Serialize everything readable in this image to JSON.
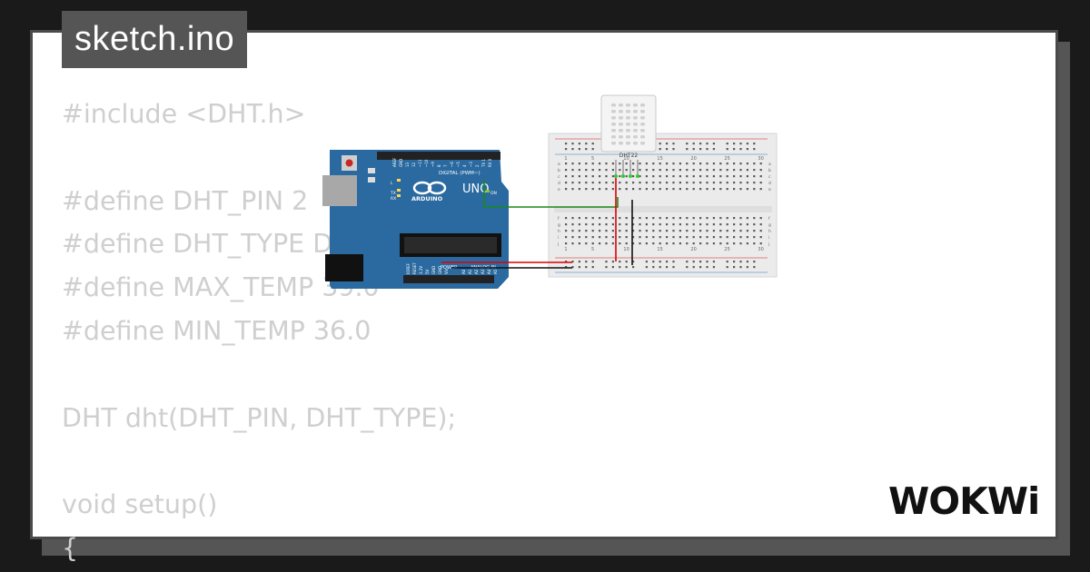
{
  "filename": "sketch.ino",
  "code_lines": [
    "#include <DHT.h>",
    "",
    "#define DHT_PIN 2",
    "#define DHT_TYPE DHT22",
    "#define MAX_TEMP 39.0",
    "#define MIN_TEMP 36.0",
    "",
    "DHT dht(DHT_PIN, DHT_TYPE);",
    "",
    "void setup()",
    "{"
  ],
  "arduino": {
    "model": "UNO",
    "brand": "ARDUINO",
    "digital_label": "DIGITAL (PWM~)",
    "analog_label": "ANALOG IN",
    "power_label": "POWER",
    "on_label": "ON",
    "tx_label": "TX",
    "rx_label": "RX",
    "l_label": "L",
    "aref_label": "AREF",
    "gnd_label": "GND",
    "digital_pins": [
      "13",
      "12",
      "~11",
      "~10",
      "~9",
      "8",
      "7",
      "~6",
      "~5",
      "4",
      "~3",
      "2",
      "TX 1",
      "RX 0"
    ],
    "power_pins": [
      "IOREF",
      "RESET",
      "3.3V",
      "5V",
      "GND",
      "GND",
      "Vin"
    ],
    "analog_pins": [
      "A0",
      "A1",
      "A2",
      "A3",
      "A4",
      "A5"
    ]
  },
  "sensor": {
    "label": "DHT22"
  },
  "breadboard": {
    "column_numbers": [
      "1",
      "5",
      "10",
      "15",
      "20",
      "25",
      "30"
    ],
    "row_letters_top": [
      "a",
      "b",
      "c",
      "d",
      "e"
    ],
    "row_letters_bottom": [
      "f",
      "g",
      "h",
      "i",
      "j"
    ]
  },
  "wire_colors": {
    "signal": "#1a8a1a",
    "power": "#dd0000",
    "ground": "#111111"
  },
  "colors": {
    "board": "#2a6aa0",
    "background": "#1a1a1a",
    "tab": "#555555",
    "code_text": "#cfcfcf"
  },
  "logo": {
    "text": "WOKWi"
  }
}
